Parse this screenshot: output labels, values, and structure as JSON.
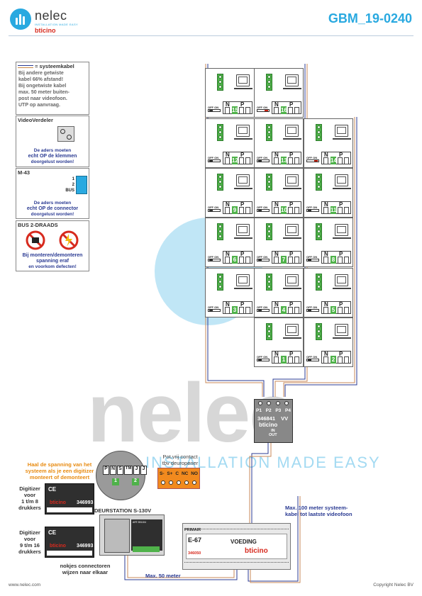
{
  "header": {
    "brand": "nelec",
    "tagline": "INSTALLATION MADE EASY",
    "brand2": "bticino",
    "doc_code": "GBM_19-0240"
  },
  "legend": {
    "title_suffix": "= systeemkabel",
    "lines": [
      "Bij andere getwiste",
      "kabel 66% afstand!",
      "Bij ongetwiste kabel",
      "max. 50 meter buiten-",
      "post naar videofoon.",
      "UTP op aanvraag."
    ]
  },
  "videoverdeler_panel": {
    "title": "VideoVerdeler",
    "warn": [
      "De aders moeten",
      "echt OP de klemmen",
      "doorgelust worden!"
    ]
  },
  "m43_panel": {
    "title": "M-43",
    "pins": [
      "1",
      "2",
      "BUS"
    ],
    "warn": [
      "De aders moeten",
      "echt OP de connector",
      "doorgelust worden!"
    ]
  },
  "bus_panel": {
    "title": "BUS 2-DRAADS",
    "warn": [
      "Bij monteren/demonteren",
      "spanning eraf",
      "en voorkom defecten!"
    ]
  },
  "monitors": {
    "switch_label": "OFF ON",
    "n_label": "N",
    "p_label": "P",
    "numbers": [
      "15",
      "16",
      "12",
      "13",
      "14",
      "9",
      "10",
      "11",
      "6",
      "7",
      "8",
      "3",
      "4",
      "5",
      "1",
      "2"
    ]
  },
  "distributor": {
    "ports": [
      "P1",
      "P2",
      "P3",
      "P4"
    ],
    "model": "346841",
    "suffix": "VV",
    "brand": "bticino",
    "in_label": "IN",
    "out_label": "OUT"
  },
  "notes": {
    "power_warning": [
      "Haal de spanning van het",
      "systeem als je een digitizer",
      "monteert of demonteert"
    ],
    "digitizer_1": [
      "Digitizer",
      "voor",
      "1 t/m 8",
      "drukkers"
    ],
    "digitizer_2": [
      "Digitizer",
      "voor",
      "9 t/m 16",
      "drukkers"
    ],
    "digitizer_model": "346993",
    "ce": "CE",
    "connector_note": [
      "nokjes connectoren",
      "wijzen naar elkaar"
    ],
    "doorstation_title": "DEURSTATION S-130V",
    "door_module": "ART.351104",
    "connector_pins": [
      "P",
      "N",
      "S",
      "TM",
      "J"
    ],
    "connector_pin_j2": "J",
    "connector_nums": [
      "1",
      "2"
    ],
    "relay_title": [
      "Pot.vrij contact",
      "tbv deuropener"
    ],
    "relay_pins": [
      "S-",
      "S+",
      "C",
      "NC",
      "NO"
    ],
    "max_100": [
      "Max. 100 meter systeem-",
      "kabel tot laatste videofoon"
    ],
    "max_50": "Max. 50 meter",
    "psu_name": "E-67",
    "psu_label": "VOEDING",
    "psu_primary": "PRIMAIR",
    "psu_model": "346050",
    "psu_brand": "bticino"
  },
  "watermark": {
    "word": "nelec",
    "sub": "INSTALLATION MADE EASY"
  },
  "footer": {
    "left": "www.nelec.com",
    "right": "Copyright Nelec BV"
  },
  "colors": {
    "accent": "#29a9e0",
    "green": "#4fb24a",
    "blue_text": "#2b3b93",
    "orange": "#e88b11",
    "red": "#d72a1e"
  }
}
